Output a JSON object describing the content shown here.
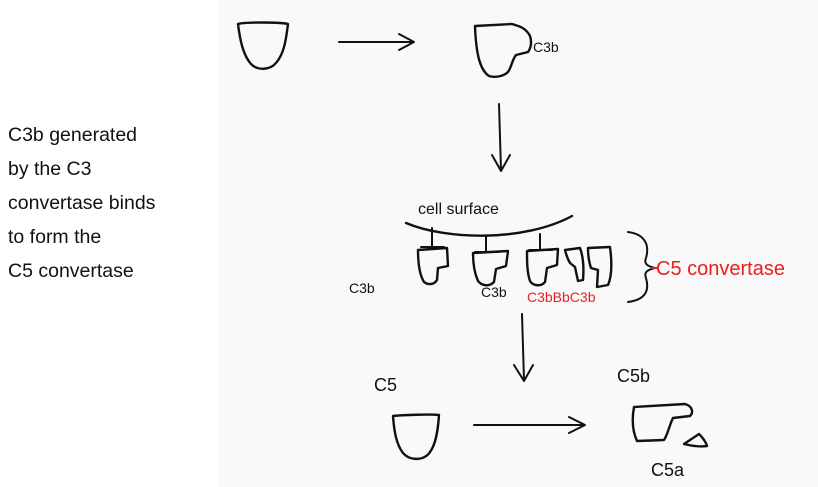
{
  "caption_lines": [
    "C3b generated",
    "by the C3",
    "convertase binds",
    "to form the",
    "C5 convertase"
  ],
  "labels": {
    "c3b_top": "C3b",
    "cell_surface": "cell surface",
    "c3b_left": "C3b",
    "c3b_middle": "C3b",
    "c3bbbc3b": "C3bBbC3b",
    "c5_convertase": "C5 convertase",
    "c5": "C5",
    "c5b": "C5b",
    "c5a": "C5a"
  },
  "colors": {
    "ink": "#111111",
    "highlight": "#e8201f",
    "canvas": "#f9f9f9"
  }
}
